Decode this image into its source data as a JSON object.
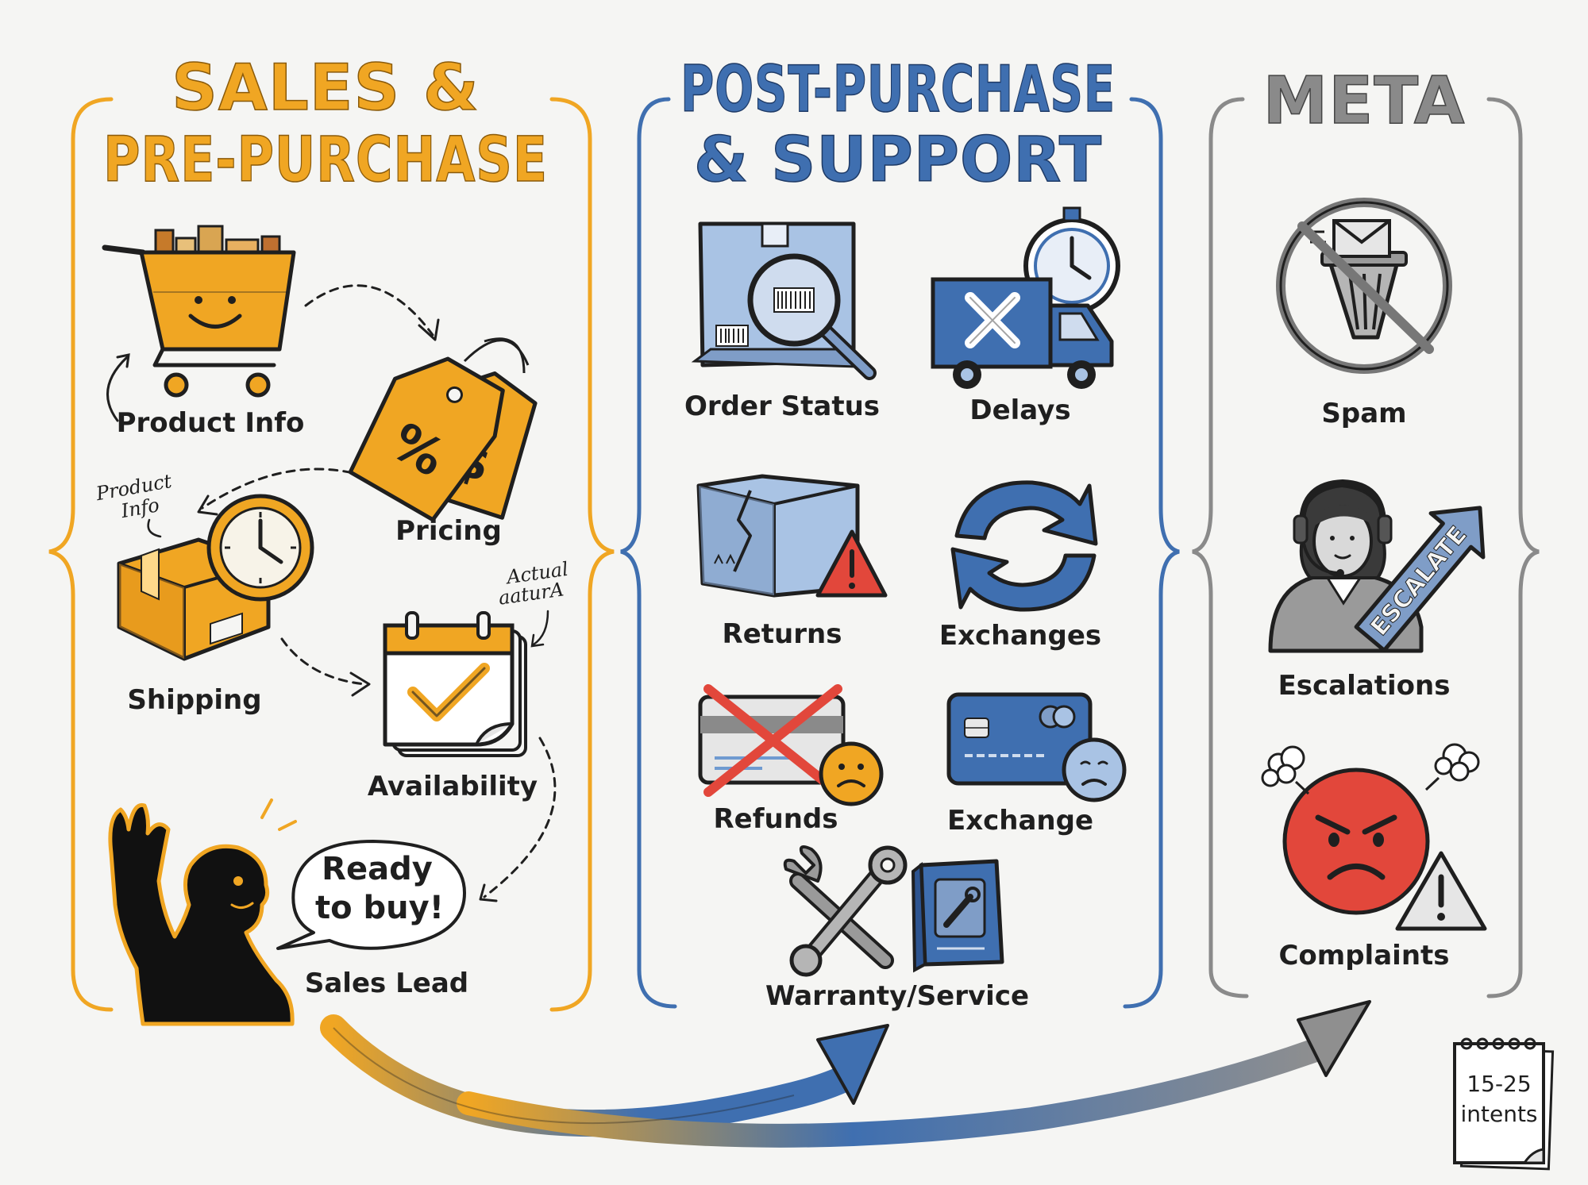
{
  "colors": {
    "sales": "#f0a623",
    "support": "#3f6fb0",
    "meta": "#8a8a8a",
    "alert": "#e2473b",
    "ink": "#1f1f1f",
    "background": "#f5f5f3"
  },
  "sections": {
    "sales": {
      "title_line1": "SALES &",
      "title_line2": "PRE-PURCHASE",
      "items": {
        "product_info": {
          "label": "Product Info",
          "icon": "shopping-cart-icon"
        },
        "pricing": {
          "label": "Pricing",
          "icon": "price-tag-icon"
        },
        "shipping": {
          "label": "Shipping",
          "icon": "package-clock-icon"
        },
        "availability": {
          "label": "Availability",
          "icon": "calendar-check-icon"
        },
        "sales_lead": {
          "label": "Sales Lead",
          "icon": "waving-person-icon"
        }
      },
      "annotation_product_info_line1": "Product",
      "annotation_product_info_line2": "Info",
      "annotation_actual_line1": "Actual",
      "annotation_actual_line2": "aaturA",
      "speech_line1": "Ready",
      "speech_line2": "to buy!"
    },
    "support": {
      "title_line1": "POST-PURCHASE",
      "title_line2": "& SUPPORT",
      "items": {
        "order_status": {
          "label": "Order Status",
          "icon": "box-magnifier-icon"
        },
        "delays": {
          "label": "Delays",
          "icon": "truck-stopwatch-icon"
        },
        "returns": {
          "label": "Returns",
          "icon": "damaged-box-icon"
        },
        "exchanges": {
          "label": "Exchanges",
          "icon": "exchange-arrows-icon"
        },
        "refunds": {
          "label": "Refunds",
          "icon": "crossed-card-icon"
        },
        "exchange": {
          "label": "Exchange",
          "icon": "credit-card-sad-icon"
        },
        "warranty": {
          "label": "Warranty/Service",
          "icon": "tools-manual-icon"
        }
      }
    },
    "meta": {
      "title": "META",
      "items": {
        "spam": {
          "label": "Spam",
          "icon": "no-spam-icon"
        },
        "escalations": {
          "label": "Escalations",
          "icon": "agent-escalate-icon"
        },
        "complaints": {
          "label": "Complaints",
          "icon": "angry-face-icon"
        }
      },
      "escalate_text": "ESCALATE"
    }
  },
  "notepad": {
    "line1": "15-25",
    "line2": "intents"
  }
}
